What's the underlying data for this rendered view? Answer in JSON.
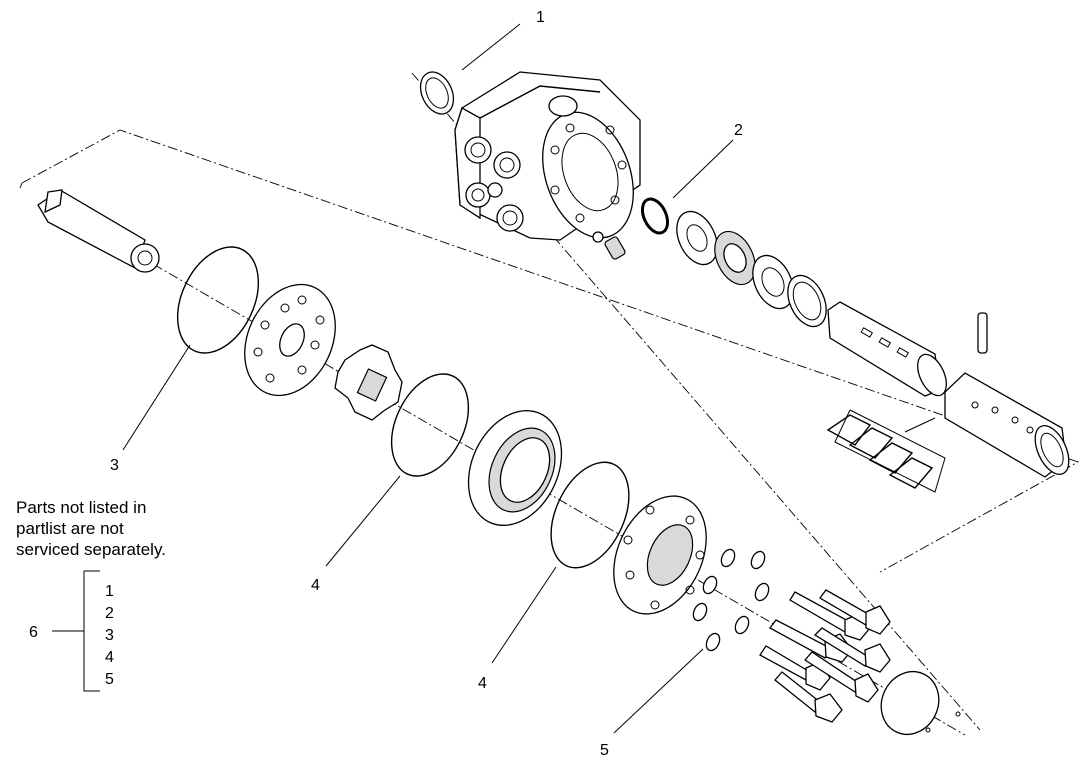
{
  "callouts": {
    "c1": "1",
    "c2": "2",
    "c3": "3",
    "c4a": "4",
    "c4b": "4",
    "c5": "5",
    "c6": "6"
  },
  "note": {
    "line1": "Parts not listed in",
    "line2": "partlist are not",
    "line3": "serviced separately."
  },
  "kit_items": [
    "1",
    "2",
    "3",
    "4",
    "5"
  ]
}
